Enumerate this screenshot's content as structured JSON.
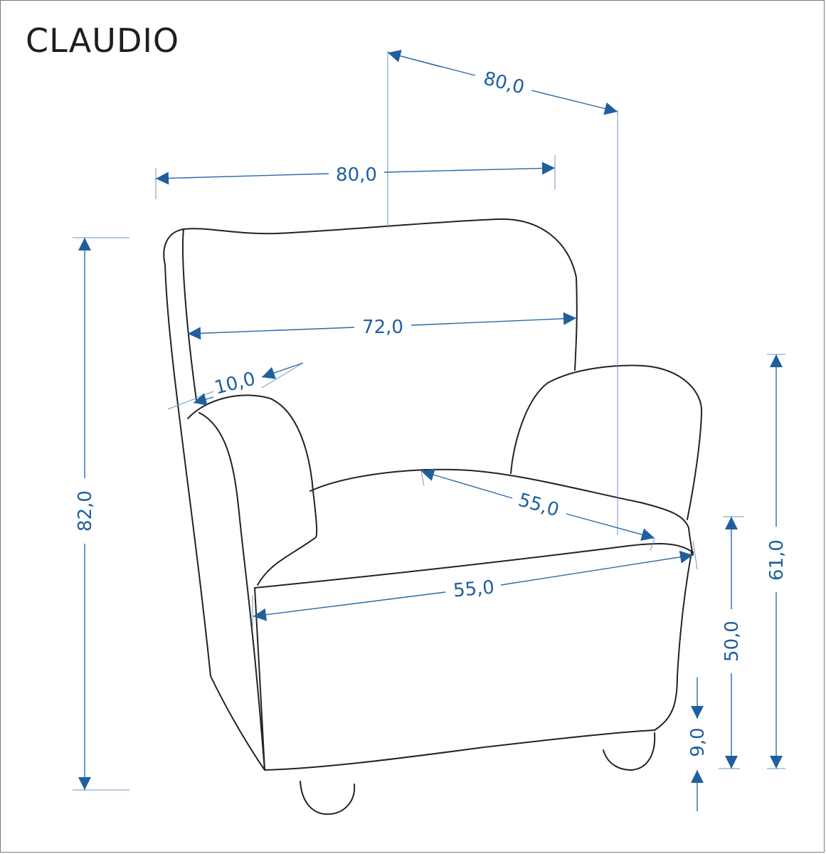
{
  "title": "CLAUDIO",
  "colors": {
    "dimension": "#1f5f9e",
    "outline": "#222222",
    "frame": "#7a7a7a"
  },
  "dimensions": {
    "total_depth": "80,0",
    "total_width": "80,0",
    "inner_width": "72,0",
    "armrest_width": "10,0",
    "seat_depth": "55,0",
    "seat_width": "55,0",
    "total_height": "82,0",
    "armrest_height": "61,0",
    "seat_height": "50,0",
    "leg_height": "9,0"
  }
}
